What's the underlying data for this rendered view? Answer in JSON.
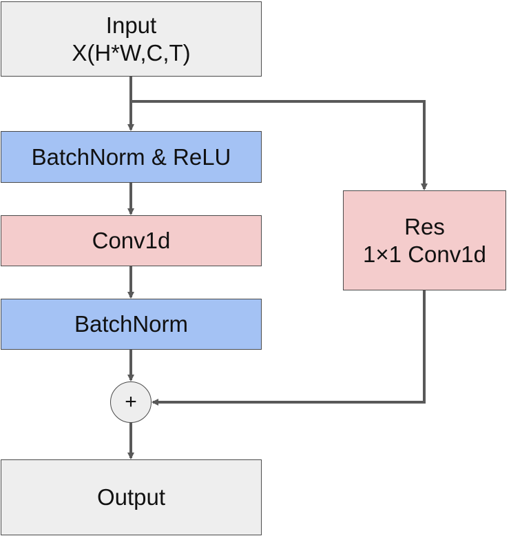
{
  "nodes": {
    "input": {
      "line1": "Input",
      "line2": "X(H*W,C,T)"
    },
    "bn_relu": {
      "label": "BatchNorm & ReLU"
    },
    "conv": {
      "label": "Conv1d"
    },
    "batchnorm": {
      "label": "BatchNorm"
    },
    "plus": {
      "label": "+"
    },
    "output": {
      "label": "Output"
    },
    "res": {
      "line1": "Res",
      "line2": "1×1 Conv1d"
    }
  },
  "colors": {
    "gray_fill": "#eeeeee",
    "blue_fill": "#a4c2f4",
    "pink_fill": "#f4cccc",
    "stroke": "#595959"
  }
}
